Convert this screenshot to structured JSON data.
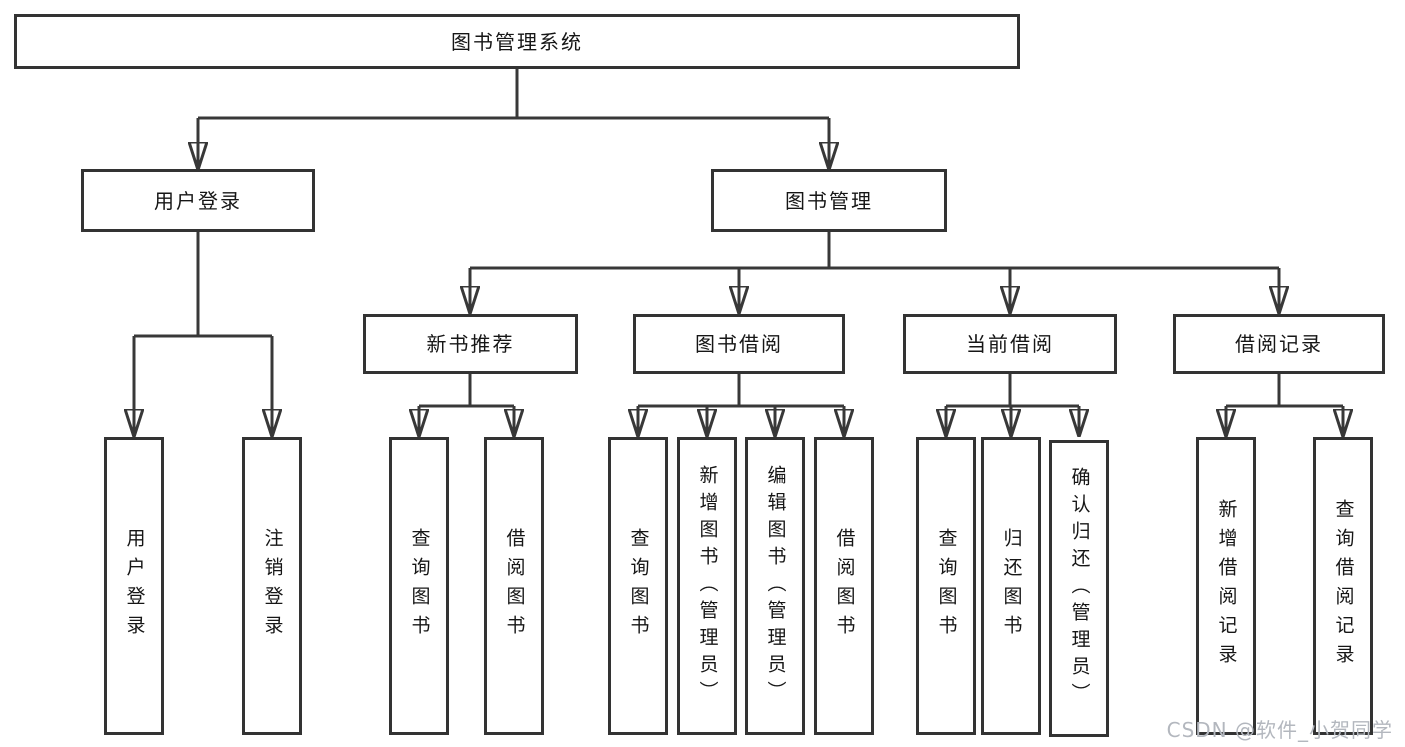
{
  "diagram": {
    "type": "hierarchy",
    "root": "图书管理系统",
    "branches": [
      {
        "label": "用户登录",
        "children": [
          "用户登录",
          "注销登录"
        ]
      },
      {
        "label": "图书管理",
        "children": [
          {
            "label": "新书推荐",
            "children": [
              "查询图书",
              "借阅图书"
            ]
          },
          {
            "label": "图书借阅",
            "children": [
              "查询图书",
              "新增图书（管理员）",
              "编辑图书（管理员）",
              "借阅图书"
            ]
          },
          {
            "label": "当前借阅",
            "children": [
              "查询图书",
              "归还图书",
              "确认归还（管理员）"
            ]
          },
          {
            "label": "借阅记录",
            "children": [
              "新增借阅记录",
              "查询借阅记录"
            ]
          }
        ]
      }
    ]
  },
  "watermark": "CSDN @软件_小贺同学",
  "colors": {
    "line": "#383838",
    "box_border": "#333333",
    "text": "#161616",
    "watermark": "#b3b7be",
    "background": "#ffffff"
  }
}
